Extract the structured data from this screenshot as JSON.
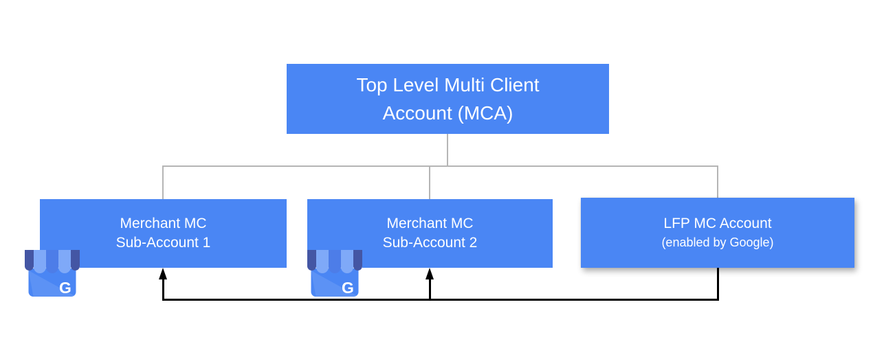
{
  "colors": {
    "node_fill": "#4a86f4",
    "node_text": "#ffffff",
    "connector": "#b5b5b5",
    "arrow": "#000000",
    "gmb_body": "#4a86f4",
    "gmb_dark": "#4456a4",
    "gmb_light": "#7fa9f8",
    "gmb_mid": "#4d7de8",
    "gmb_letter": "#ffffff"
  },
  "nodes": {
    "root": {
      "line1": "Top Level Multi Client",
      "line2": "Account (MCA)"
    },
    "sub1": {
      "line1": "Merchant MC",
      "line2": "Sub-Account 1"
    },
    "sub2": {
      "line1": "Merchant MC",
      "line2": "Sub-Account 2"
    },
    "lfp": {
      "line1": "LFP MC Account",
      "line2": "(enabled by Google)"
    }
  },
  "icons": {
    "google_business": {
      "name": "google-my-business-storefront",
      "letter": "G"
    }
  }
}
